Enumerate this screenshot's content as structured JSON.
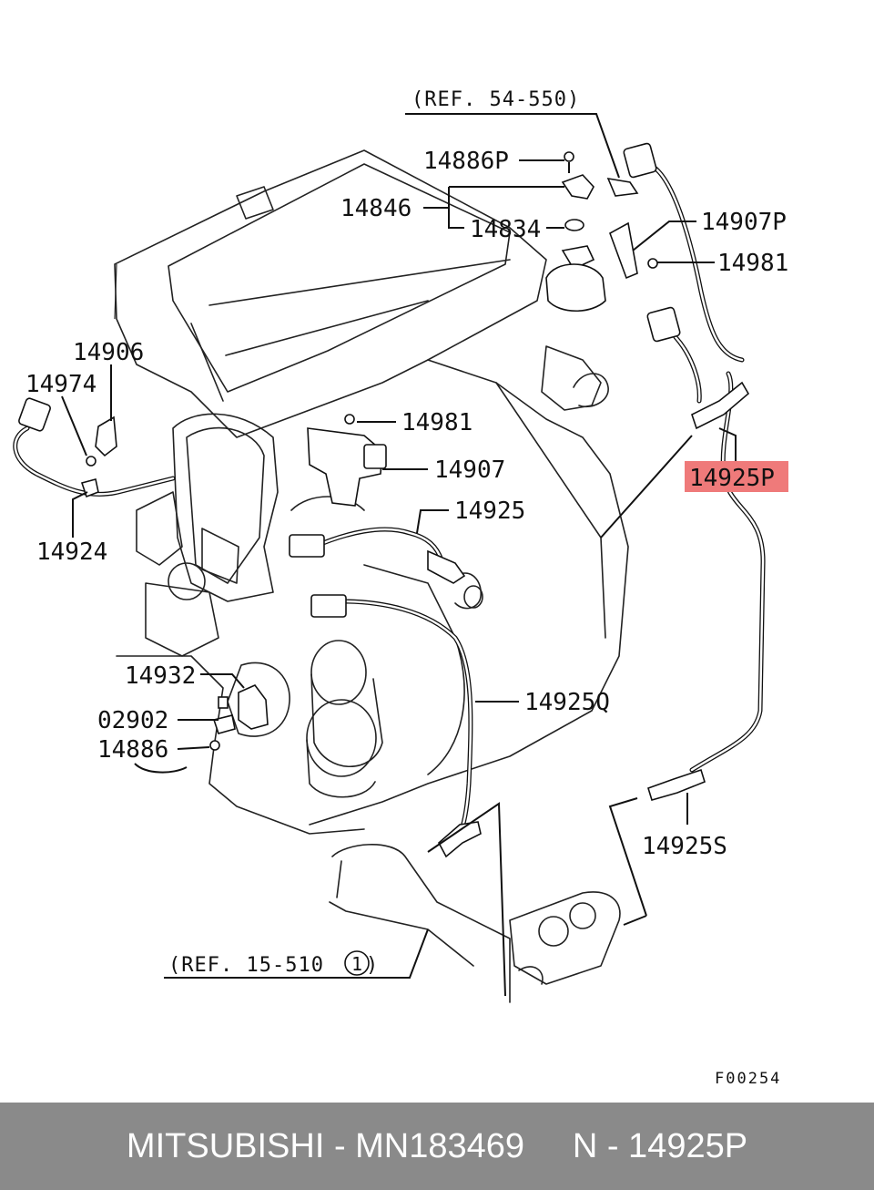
{
  "diagram": {
    "refs": {
      "top": "(REF. 54-550)",
      "bottom": "(REF. 15-510",
      "bottom_circle": "1"
    },
    "parts": {
      "p14886P": "14886P",
      "p14846": "14846",
      "p14834": "14834",
      "p14907P": "14907P",
      "p14981_top": "14981",
      "p14906": "14906",
      "p14974": "14974",
      "p14981_mid": "14981",
      "p14907": "14907",
      "p14925P": "14925P",
      "p14925": "14925",
      "p14924": "14924",
      "p14932": "14932",
      "p02902": "02902",
      "p14886": "14886",
      "p14925Q": "14925Q",
      "p14925S": "14925S"
    },
    "highlight_color": "#ef7a7a",
    "figure_code": "F00254"
  },
  "footer": {
    "text": "MITSUBISHI - MN183469     N - 14925P",
    "background": "#8a8a8a"
  }
}
